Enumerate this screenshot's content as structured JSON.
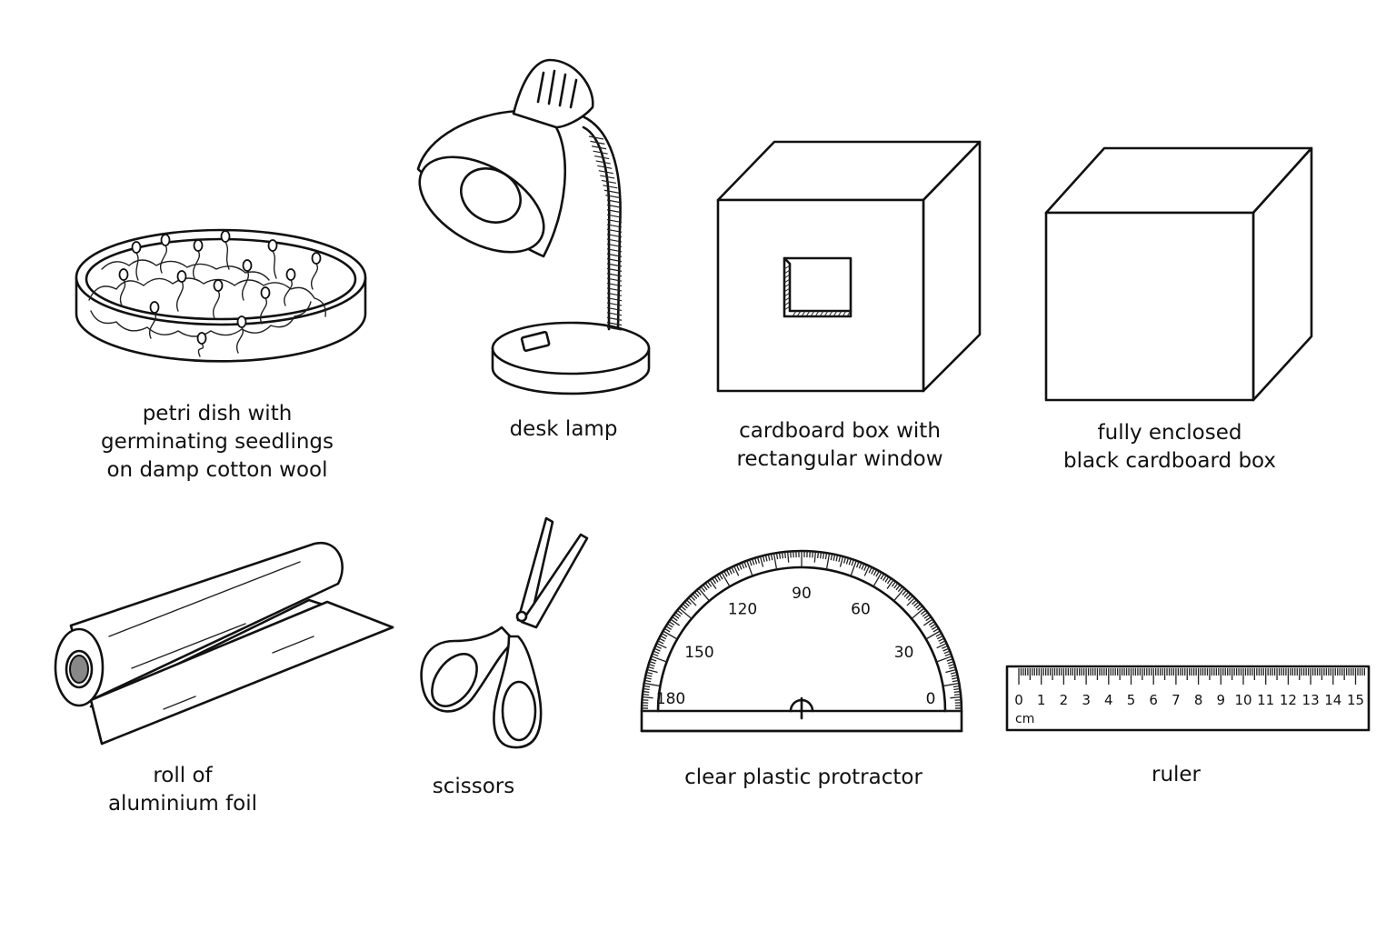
{
  "items": [
    {
      "id": "petri-dish",
      "label": "petri dish with\ngerminating seedlings\non damp cotton wool"
    },
    {
      "id": "desk-lamp",
      "label": "desk lamp"
    },
    {
      "id": "window-box",
      "label": "cardboard box with\nrectangular window"
    },
    {
      "id": "black-box",
      "label": "fully enclosed\nblack cardboard box"
    },
    {
      "id": "foil",
      "label": "roll of\naluminium foil"
    },
    {
      "id": "scissors",
      "label": "scissors"
    },
    {
      "id": "protractor",
      "label": "clear plastic protractor"
    },
    {
      "id": "ruler",
      "label": "ruler"
    }
  ],
  "protractor": {
    "labels": [
      "0",
      "30",
      "60",
      "90",
      "120",
      "150",
      "180"
    ]
  },
  "ruler": {
    "labels": [
      "0",
      "1",
      "2",
      "3",
      "4",
      "5",
      "6",
      "7",
      "8",
      "9",
      "10",
      "11",
      "12",
      "13",
      "14",
      "15"
    ],
    "unit": "cm"
  }
}
